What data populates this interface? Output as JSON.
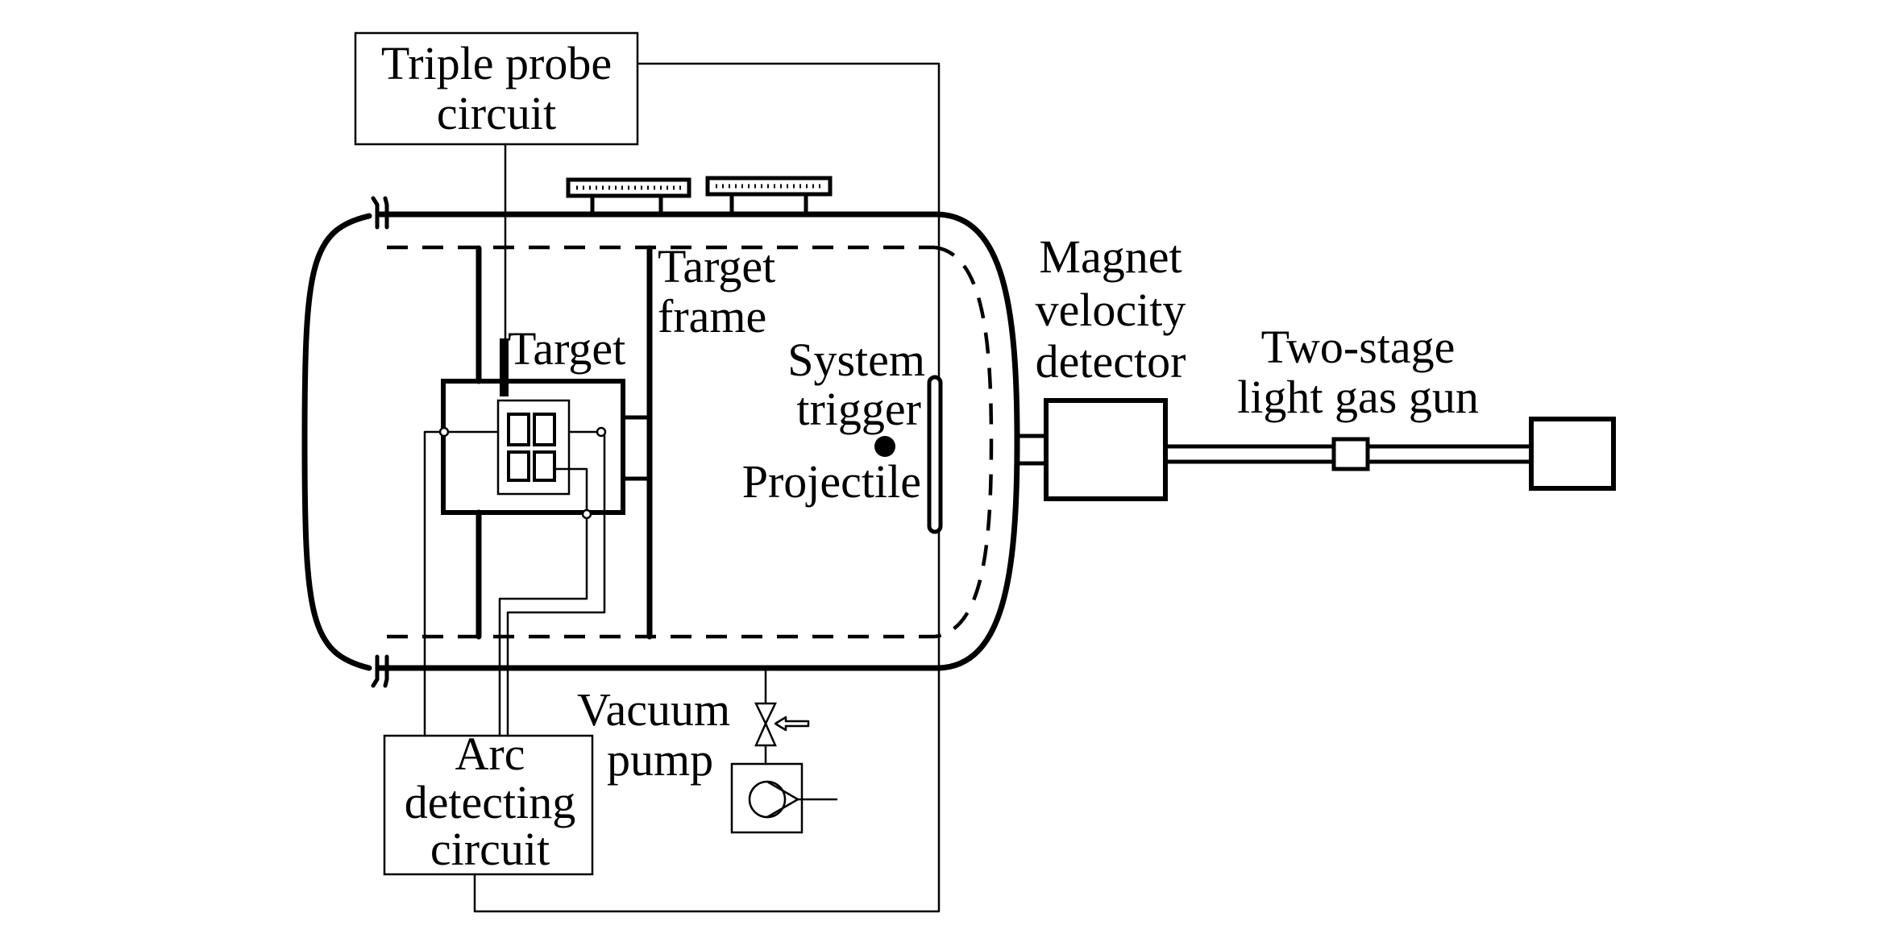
{
  "labels": {
    "triple_probe": [
      "Triple probe",
      "circuit"
    ],
    "target": "Target",
    "target_frame": [
      "Target",
      "frame"
    ],
    "system_trigger": [
      "System",
      "trigger"
    ],
    "projectile": "Projectile",
    "magnet_velocity_detector": [
      "Magnet",
      "velocity",
      "detector"
    ],
    "gas_gun": [
      "Two-stage",
      "light gas gun"
    ],
    "vacuum_pump": [
      "Vacuum",
      "pump"
    ],
    "arc_detecting": [
      "Arc",
      "detecting",
      "circuit"
    ]
  }
}
